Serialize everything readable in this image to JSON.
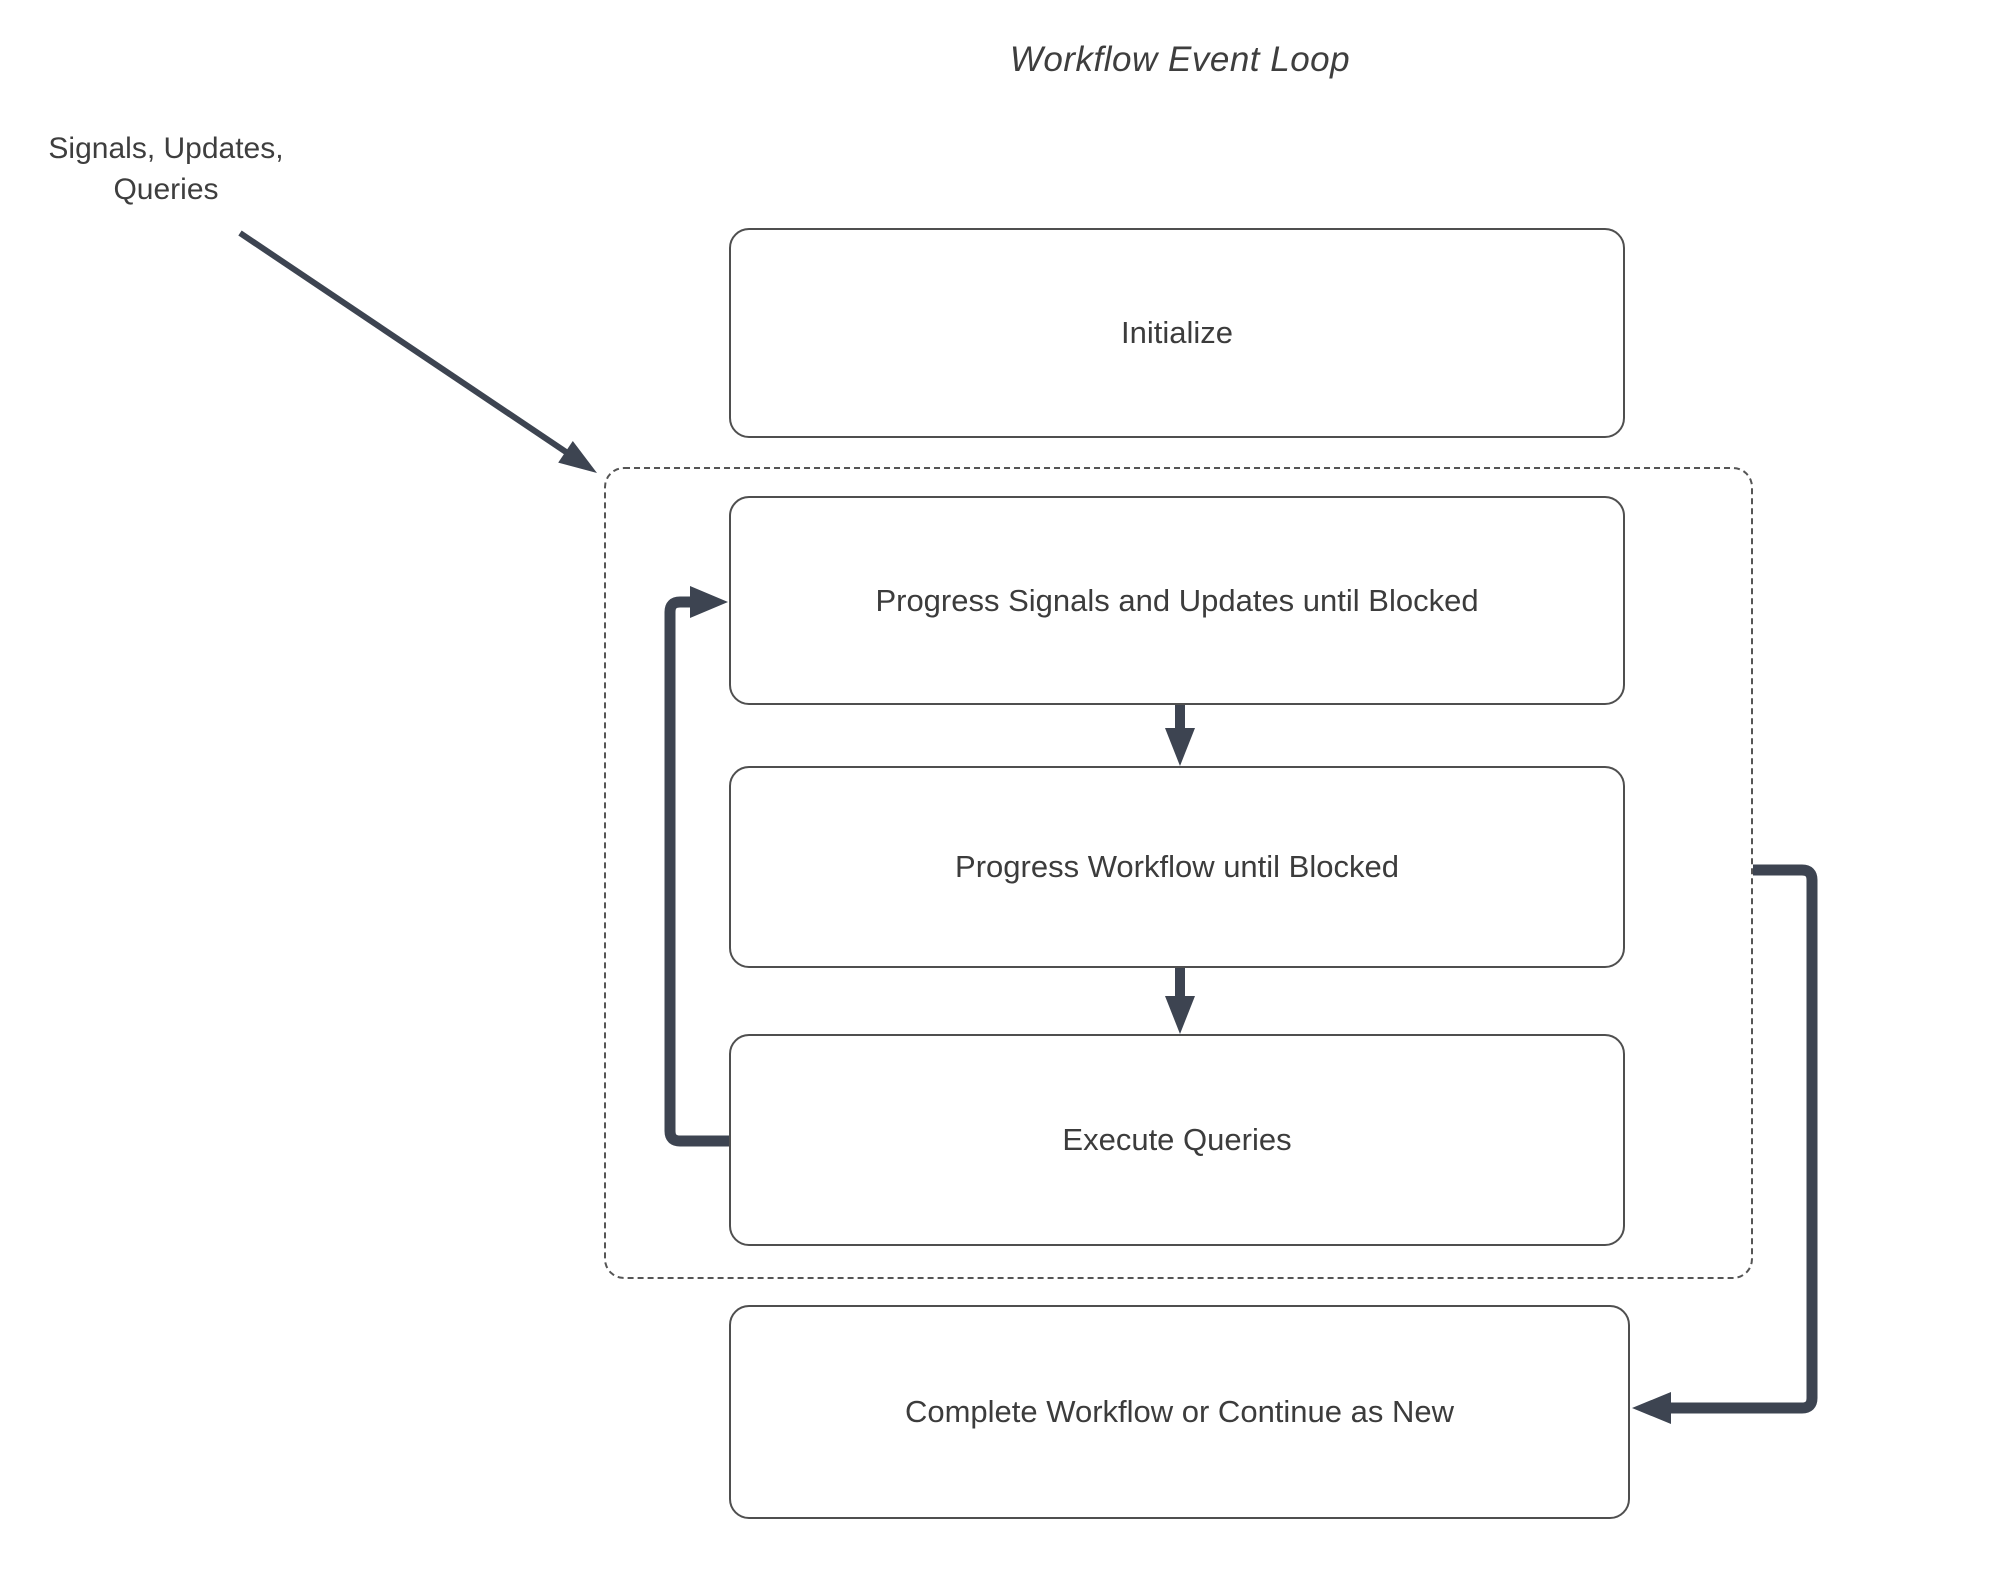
{
  "diagram": {
    "title": "Workflow Event Loop",
    "external_input": {
      "line1": "Signals, Updates,",
      "line2": "Queries"
    },
    "nodes": {
      "initialize": "Initialize",
      "progress_signals": "Progress Signals and Updates until Blocked",
      "progress_workflow": "Progress Workflow until Blocked",
      "execute_queries": "Execute Queries",
      "complete": "Complete Workflow or Continue as New"
    },
    "colors": {
      "arrow": "#3d4451",
      "box_border": "#4f4f4f",
      "box_fill": "#ffffff",
      "dashed_border": "#555555",
      "text": "#3c3c3c",
      "background": "#ffffff"
    }
  }
}
